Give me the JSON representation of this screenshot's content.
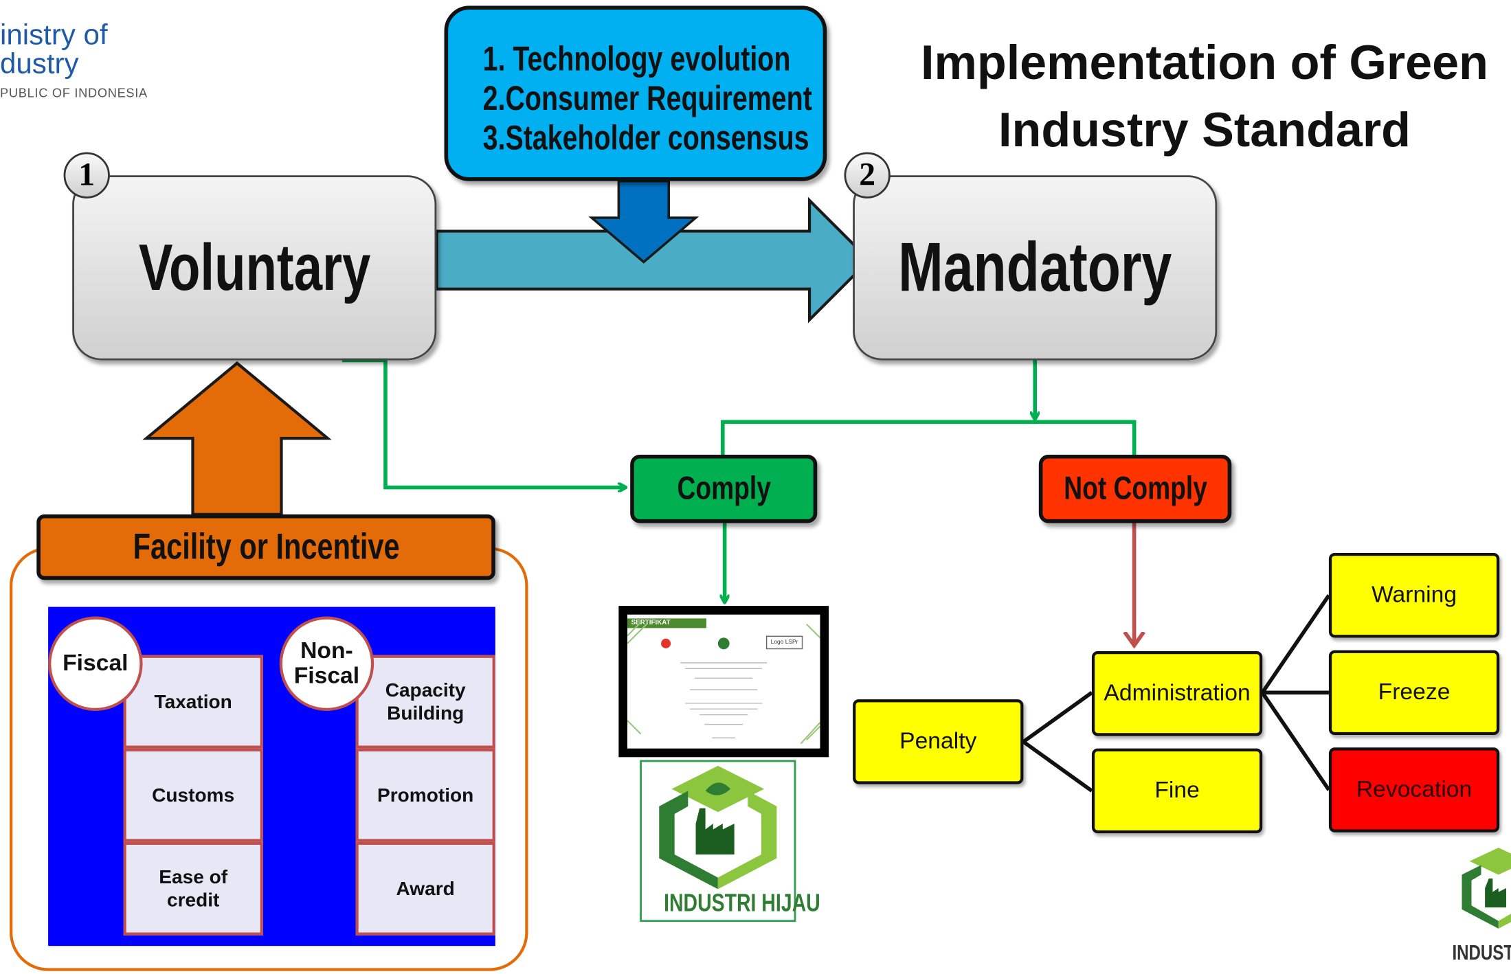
{
  "logo": {
    "line1": "inistry of",
    "line2": "dustry",
    "line3": "PUBLIC OF INDONESIA"
  },
  "title": {
    "line1": "Implementation of Green",
    "line2": "Industry Standard"
  },
  "drivers": [
    "1. Technology evolution",
    "2.Consumer Requirement",
    "3.Stakeholder consensus"
  ],
  "voluntary": {
    "number": "1",
    "label": "Voluntary"
  },
  "mandatory": {
    "number": "2",
    "label": "Mandatory"
  },
  "facility": {
    "label": "Facility or Incentive"
  },
  "fiscal": {
    "label": "Fiscal",
    "items": [
      "Taxation",
      "Customs",
      "Ease of credit"
    ]
  },
  "nonfiscal": {
    "label": "Non-Fiscal",
    "items": [
      "Capacity Building",
      "Promotion",
      "Award"
    ]
  },
  "comply": "Comply",
  "not_comply": "Not Comply",
  "certificate": {
    "header": "SERTIFIKAT",
    "logo_box": "Logo LSPr"
  },
  "industri_hijau": "INDUSTRI HIJAU",
  "industri_corner": "INDUSTRI",
  "penalty": "Penalty",
  "administration": "Administration",
  "fine": "Fine",
  "warning": "Warning",
  "freeze": "Freeze",
  "revocation": "Revocation",
  "colors": {
    "blue_box": "#00b0f0",
    "green": "#00b050",
    "red": "#ff3300",
    "yellow": "#ffff00",
    "orange": "#e36c09",
    "teal": "#4bacc6",
    "panel_blue": "#0000ff",
    "brand_green": "#2e7d32",
    "lime": "#8cc63f"
  }
}
